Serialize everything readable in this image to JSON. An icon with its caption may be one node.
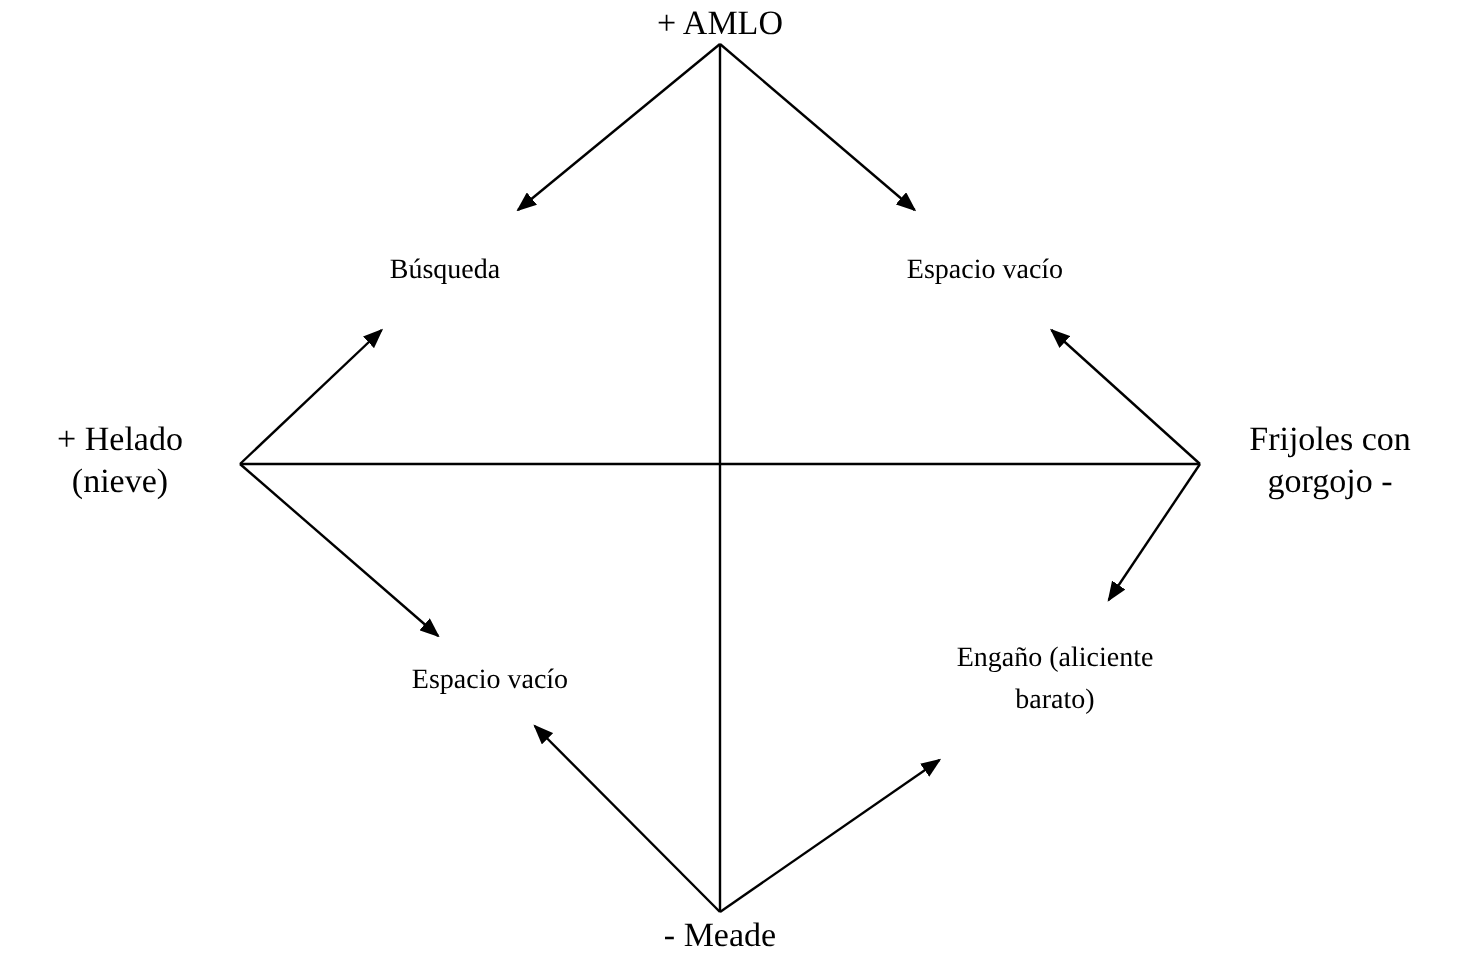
{
  "diagram": {
    "nodes": [
      {
        "text": [
          "+ AMLO"
        ]
      },
      {
        "text": [
          "Búsqueda"
        ]
      },
      {
        "text": [
          "Espacio vacío"
        ]
      },
      {
        "text": [
          "+ Helado (nieve)"
        ]
      },
      {
        "text": [
          "Frijoles con gorgojo -"
        ]
      },
      {
        "text": [
          "Espacio vacío"
        ]
      },
      {
        "text": [
          "Engaño (aliciente barato)"
        ]
      },
      {
        "text": [
          "- Meade"
        ]
      }
    ],
    "edges": [
      {
        "from": 0,
        "to": 7,
        "arrow": "none"
      },
      {
        "from": 3,
        "to": 4,
        "arrow": "none"
      },
      {
        "from": 0,
        "to": 1,
        "arrow": "to"
      },
      {
        "from": 0,
        "to": 2,
        "arrow": "to"
      },
      {
        "from": 3,
        "to": 1,
        "arrow": "to"
      },
      {
        "from": 3,
        "to": 5,
        "arrow": "to"
      },
      {
        "from": 4,
        "to": 2,
        "arrow": "to"
      },
      {
        "from": 4,
        "to": 6,
        "arrow": "to"
      },
      {
        "from": 7,
        "to": 5,
        "arrow": "to"
      },
      {
        "from": 7,
        "to": 6,
        "arrow": "to"
      }
    ]
  }
}
